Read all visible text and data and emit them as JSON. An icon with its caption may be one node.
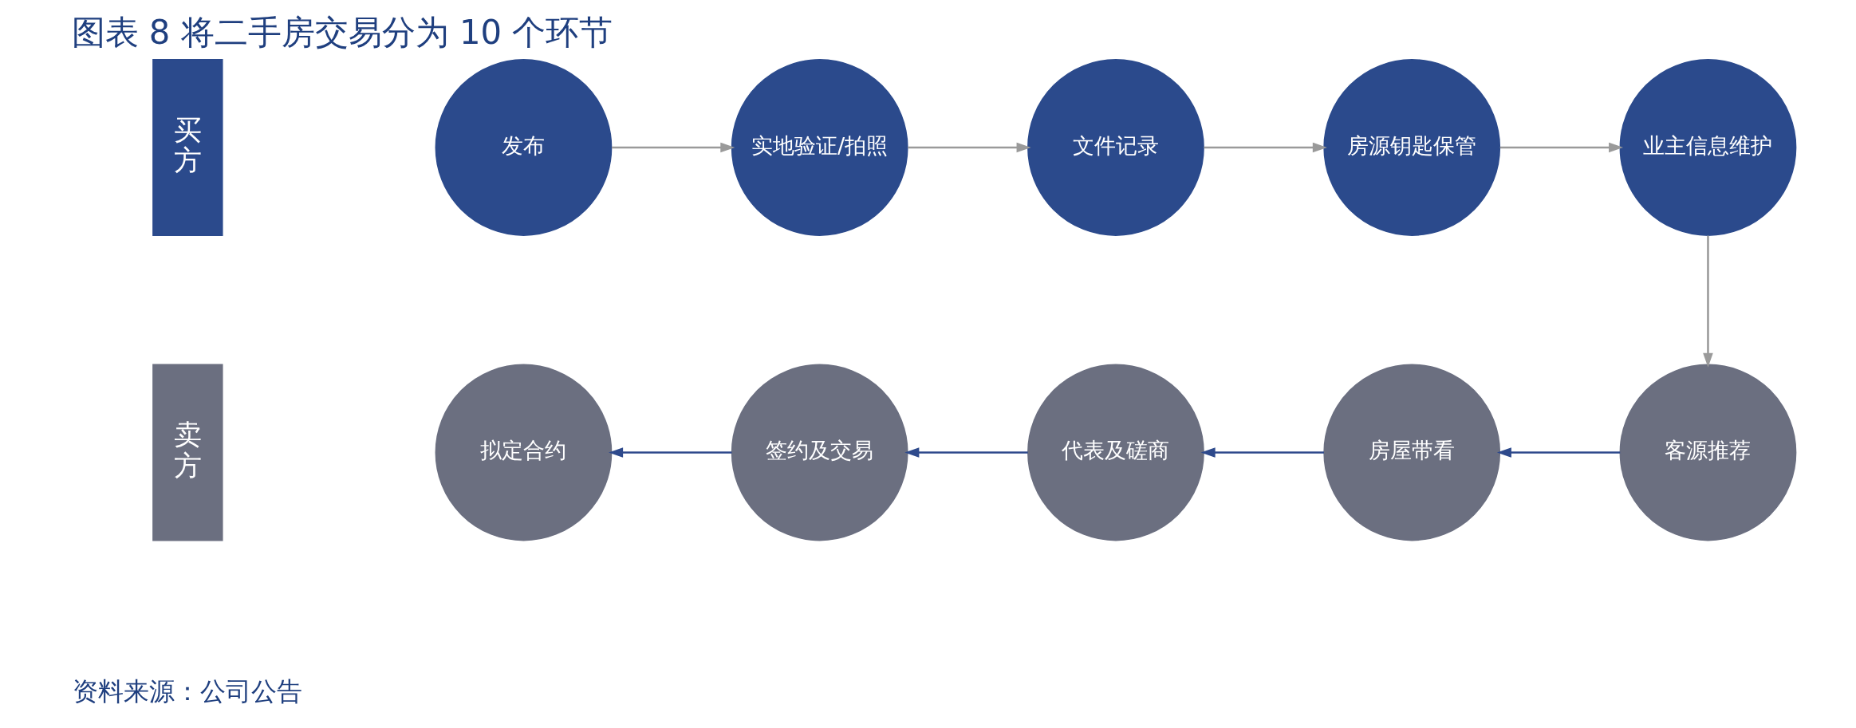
{
  "diagram": {
    "title": "图表 8 将二手房交易分为 10 个环节",
    "caption": "资料来源：公司公告",
    "nodes": [
      {
        "text": [
          "买方"
        ]
      },
      {
        "text": [
          "发布"
        ]
      },
      {
        "text": [
          "实地验证/拍照"
        ]
      },
      {
        "text": [
          "文件记录"
        ]
      },
      {
        "text": [
          "房源钥匙保管"
        ]
      },
      {
        "text": [
          "业主信息维护"
        ]
      },
      {
        "text": [
          "卖方"
        ]
      },
      {
        "text": [
          "拟定合约"
        ]
      },
      {
        "text": [
          "签约及交易"
        ]
      },
      {
        "text": [
          "代表及磋商"
        ]
      },
      {
        "text": [
          "房屋带看"
        ]
      },
      {
        "text": [
          "客源推荐"
        ]
      }
    ],
    "edges": [
      {
        "from": 1,
        "to": 2,
        "arrow": "to"
      },
      {
        "from": 2,
        "to": 3,
        "arrow": "to"
      },
      {
        "from": 3,
        "to": 4,
        "arrow": "to"
      },
      {
        "from": 4,
        "to": 5,
        "arrow": "to"
      },
      {
        "from": 5,
        "to": 11,
        "arrow": "to"
      },
      {
        "from": 11,
        "to": 10,
        "arrow": "to",
        "color": "#2e4a8c"
      },
      {
        "from": 10,
        "to": 9,
        "arrow": "to",
        "color": "#2e4a8c"
      },
      {
        "from": 9,
        "to": 8,
        "arrow": "to",
        "color": "#2e4a8c"
      },
      {
        "from": 8,
        "to": 7,
        "arrow": "to",
        "color": "#2e4a8c"
      }
    ]
  }
}
